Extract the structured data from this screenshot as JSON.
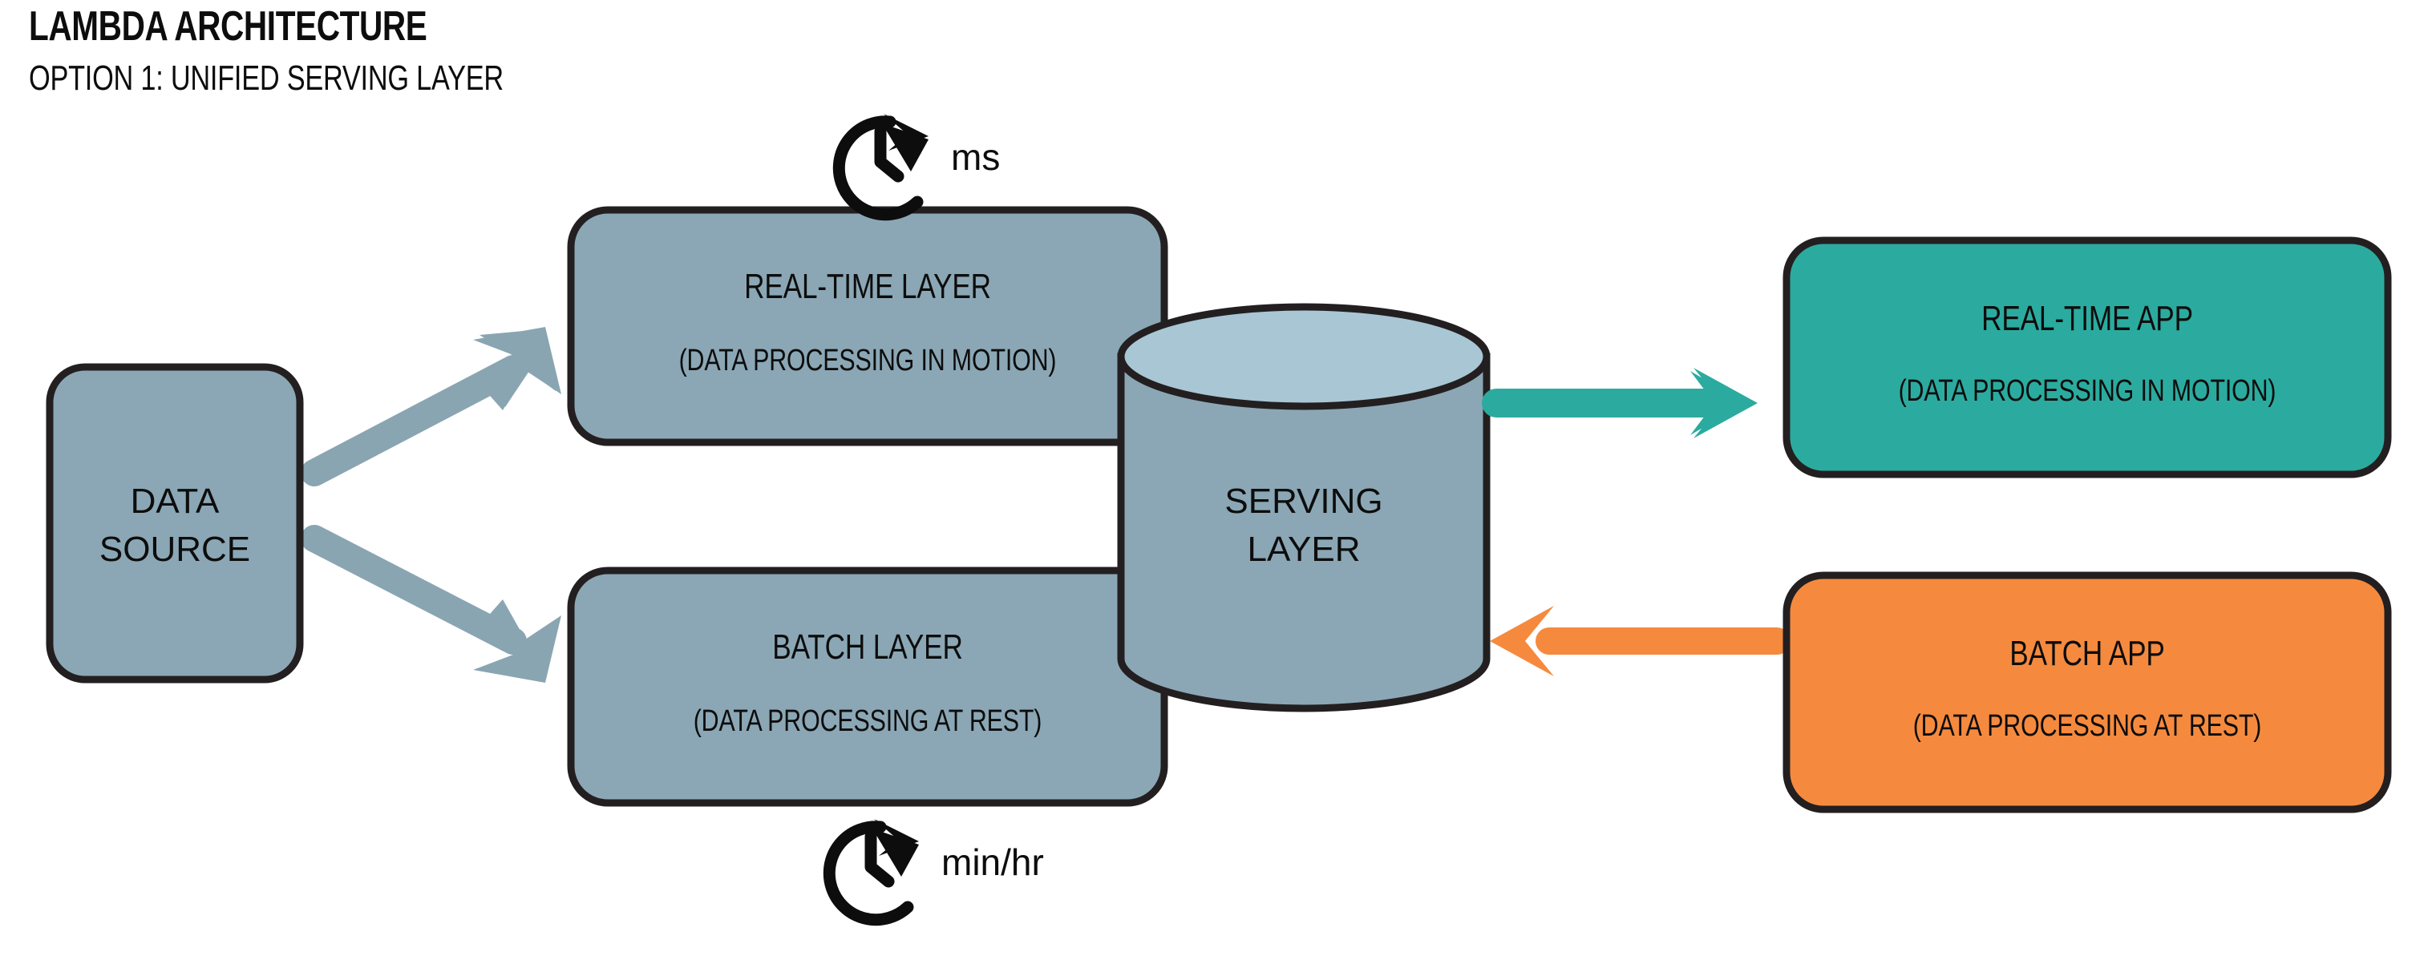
{
  "header": {
    "title": "LAMBDA ARCHITECTURE",
    "subtitle": "OPTION 1: UNIFIED SERVING LAYER"
  },
  "colors": {
    "steel_blue": "#8aa5b2",
    "steel_blue_fill": "#8ba7b5",
    "cylinder_top": "#a9c6d4",
    "teal": "#2bab9f",
    "orange": "#f58a3e",
    "outline": "#231f20",
    "background": "#ffffff",
    "text": "#0d0d0d"
  },
  "nodes": {
    "data_source": {
      "label_line1": "DATA",
      "label_line2": "SOURCE"
    },
    "realtime_layer": {
      "title": "REAL-TIME LAYER",
      "subtitle": "(DATA PROCESSING IN MOTION)"
    },
    "batch_layer": {
      "title": "BATCH LAYER",
      "subtitle": "(DATA PROCESSING AT REST)"
    },
    "serving_layer": {
      "label_line1": "SERVING",
      "label_line2": "LAYER"
    },
    "realtime_app": {
      "title": "REAL-TIME APP",
      "subtitle": "(DATA PROCESSING IN MOTION)"
    },
    "batch_app": {
      "title": "BATCH APP",
      "subtitle": "(DATA PROCESSING AT REST)"
    }
  },
  "annotations": {
    "realtime_latency": {
      "icon": "clock-arrow-icon",
      "label": "ms"
    },
    "batch_latency": {
      "icon": "clock-arrow-icon",
      "label": "min/hr"
    }
  },
  "connectors": [
    {
      "name": "source-to-realtime",
      "color": "#8aa5b2",
      "direction": "up-right"
    },
    {
      "name": "source-to-batch",
      "color": "#8aa5b2",
      "direction": "down-right"
    },
    {
      "name": "serving-to-realtime-app",
      "color": "#2bab9f",
      "direction": "right"
    },
    {
      "name": "batch-app-to-serving",
      "color": "#f58a3e",
      "direction": "left"
    }
  ]
}
